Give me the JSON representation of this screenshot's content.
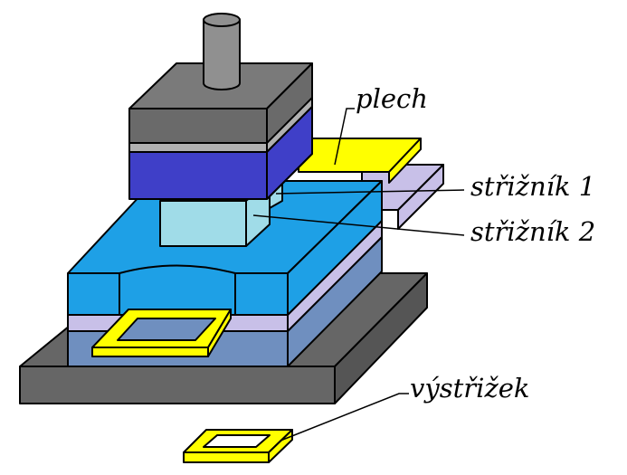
{
  "labels": {
    "plech": "plech",
    "striznik1": "střižník 1",
    "striznik2": "střižník 2",
    "vystrizek": "výstřižek"
  },
  "colors": {
    "base_dark": "#666666",
    "base_side": "#555555",
    "lower_blue": "#6f8fbf",
    "lavender": "#c8c0e8",
    "die_cyan": "#1ea0e6",
    "punch_light": "#a0dce8",
    "ram_dark": "#6a6a6a",
    "ram_top": "#7a7a7a",
    "ram_band": "#b0b0b0",
    "ram_blue": "#3f3fc8",
    "rod": "#909090",
    "yellow": "#ffff00"
  }
}
